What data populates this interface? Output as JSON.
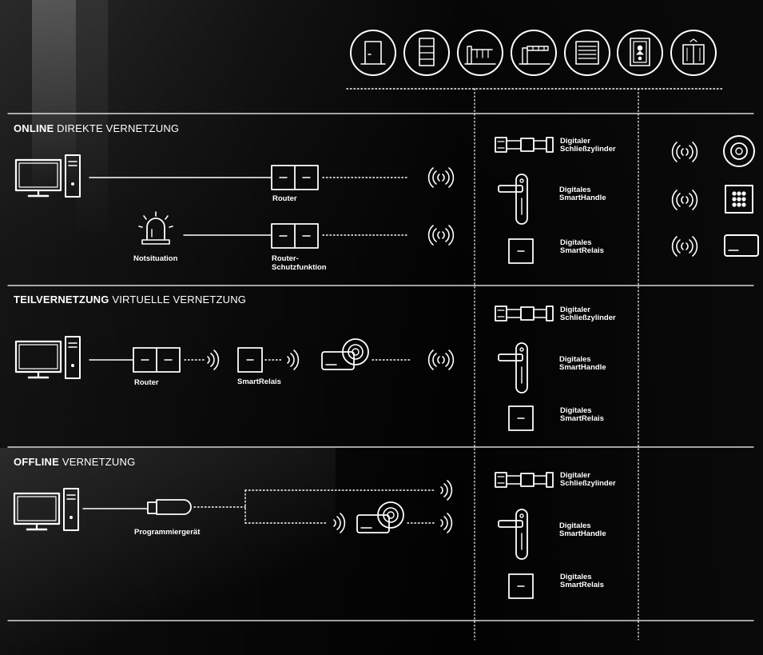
{
  "sections": [
    {
      "title_bold": "ONLINE",
      "title_rest": "DIREKTE VERNETZUNG"
    },
    {
      "title_bold": "TEILVERNETZUNG",
      "title_rest": "VIRTUELLE VERNETZUNG"
    },
    {
      "title_bold": "OFFLINE",
      "title_rest": "VERNETZUNG"
    }
  ],
  "labels": {
    "router_1": "Router",
    "notsituation": "Notsituation",
    "router_schutz_line1": "Router-",
    "router_schutz_line2": "Schutzfunktion",
    "router_2": "Router",
    "smartrelais": "SmartRelais",
    "programmiergeraet": "Programmiergerät"
  },
  "devices": [
    {
      "line1": "Digitaler",
      "line2": "Schließzylinder"
    },
    {
      "line1": "Digitales",
      "line2": "SmartHandle"
    },
    {
      "line1": "Digitales",
      "line2": "SmartRelais"
    }
  ],
  "top_icons": [
    "door-icon",
    "cabinet-icon",
    "gate-arm-icon",
    "barrier-icon",
    "garage-door-icon",
    "elevator-panel-icon",
    "elevator-icon"
  ],
  "reader_icons": [
    "round-reader-icon",
    "keypad-reader-icon",
    "card-reader-icon"
  ],
  "colors": {
    "background": "#0b0b0b",
    "foreground": "#ffffff"
  }
}
